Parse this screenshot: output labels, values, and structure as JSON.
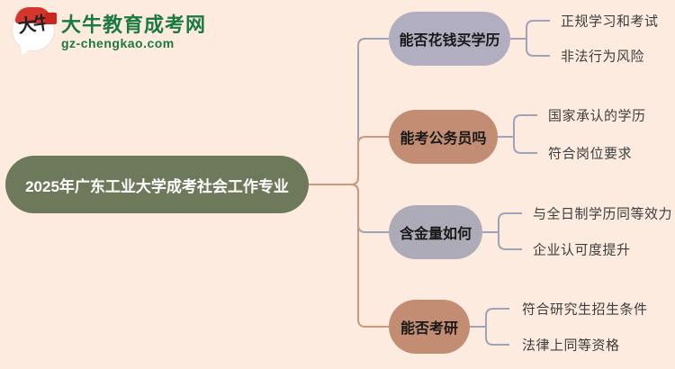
{
  "logo": {
    "bubble_text": "大牛",
    "title": "大牛教育成考网",
    "subtitle": "gz-chengkao.com"
  },
  "root": {
    "label": "2025年广东工业大学成考社会工作专业"
  },
  "branches": [
    {
      "label": "能否花钱买学历",
      "fill": "#b2aec1",
      "line_color": "#9fa2b9",
      "children": [
        "正规学习和考试",
        "非法行为风险"
      ]
    },
    {
      "label": "能考公务员吗",
      "fill": "#c38d73",
      "line_color": "#c99b7e",
      "children": [
        "国家承认的学历",
        "符合岗位要求"
      ]
    },
    {
      "label": "含金量如何",
      "fill": "#adabb7",
      "line_color": "#9fa2b9",
      "children": [
        "与全日制学历同等效力",
        "企业认可度提升"
      ]
    },
    {
      "label": "能否考研",
      "fill": "#c38d73",
      "line_color": "#c99b7e",
      "children": [
        "符合研究生招生条件",
        "法律上同等资格"
      ]
    }
  ],
  "colors": {
    "background": "#fcebde",
    "root_fill": "#6e795b",
    "root_text": "#ffffff",
    "bracket_line": "#9fa2b9",
    "logo_green": "#1c7a40",
    "logo_red": "#d5362c",
    "child_text": "#3e3e3e"
  }
}
